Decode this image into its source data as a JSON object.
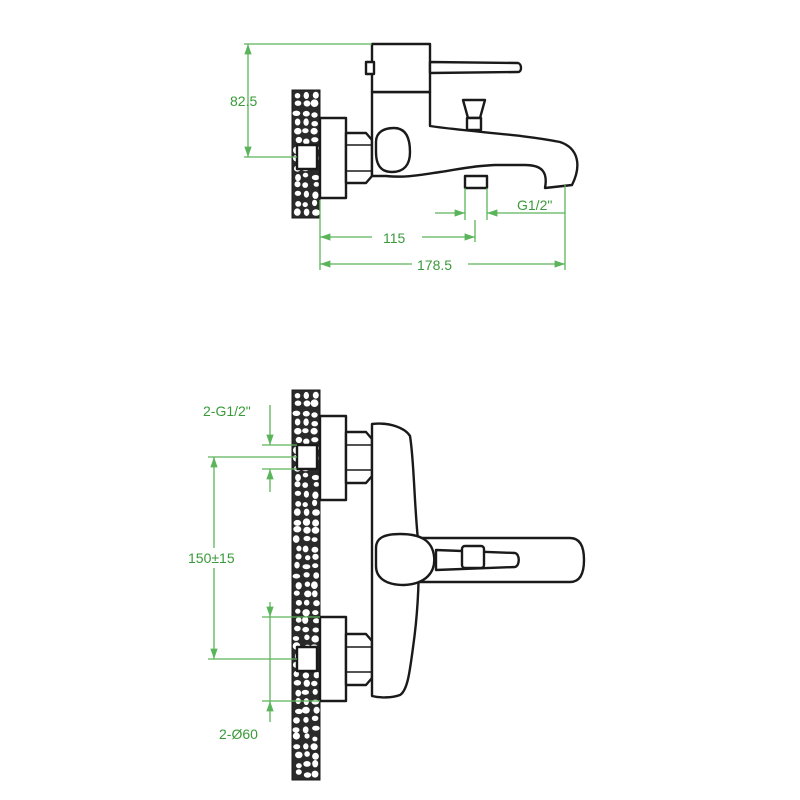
{
  "top_view": {
    "dim_height": "82.5",
    "dim_length_to_outlet": "115",
    "dim_total_length": "178.5",
    "dim_outlet_thread": "G1/2\""
  },
  "front_view": {
    "dim_inlet_thread": "2-G1/2\"",
    "dim_center_distance": "150±15",
    "dim_escutcheon": "2-Ø60"
  },
  "colors": {
    "dimension": "#5ab55a",
    "outline": "#1a1a1a"
  }
}
